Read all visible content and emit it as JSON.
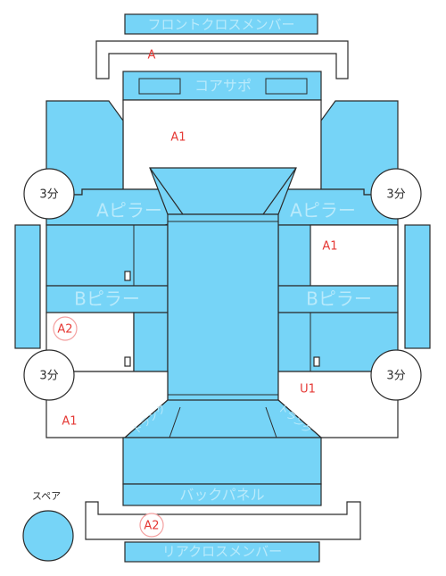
{
  "parts": {
    "front_cross_member": "フロントクロスメンバー",
    "radiator_support": "コアサポ",
    "a_pillar_left": "Aピラー",
    "a_pillar_right": "Aピラー",
    "b_pillar_left": "Bピラー",
    "b_pillar_right": "Bピラー",
    "back_panel": "バックパネル",
    "rear_cross_member": "リアクロスメンバー",
    "trunk_left": "トランク",
    "trunk_right": "トランク"
  },
  "grade_marks": {
    "front_cross_member": "A",
    "front_left": "A1",
    "right_side_upper": "A1",
    "left_side_lower": "A2",
    "rear_left": "A1",
    "rear_right": "U1",
    "rear_cross_member": "A2"
  },
  "tire_tread": {
    "front_left": "3分",
    "front_right": "3分",
    "rear_left": "3分",
    "rear_right": "3分"
  },
  "spare": {
    "label": "スペア"
  },
  "colors": {
    "panel": "#76d4f7",
    "outline": "#2b2b2b",
    "mark": "#e53935",
    "part_label": "#b9eafb"
  }
}
